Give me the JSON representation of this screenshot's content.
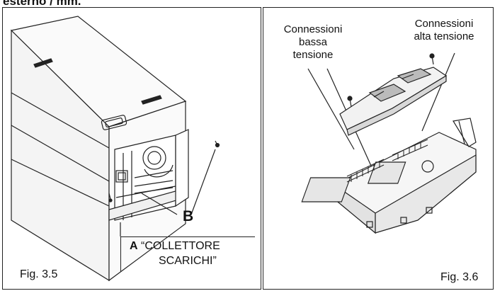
{
  "heading": "esterno / mm.",
  "left_panel": {
    "letter_b": "B",
    "callout_prefix": "A",
    "callout_line1": "“COLLETTORE",
    "callout_line2": "SCARICHI”",
    "figure_label": "Fig. 3.5"
  },
  "right_panel": {
    "label_low_voltage": [
      "Connessioni",
      "bassa",
      "tensione"
    ],
    "label_high_voltage": [
      "Connessioni",
      "alta tensione"
    ],
    "figure_label": "Fig. 3.6"
  }
}
